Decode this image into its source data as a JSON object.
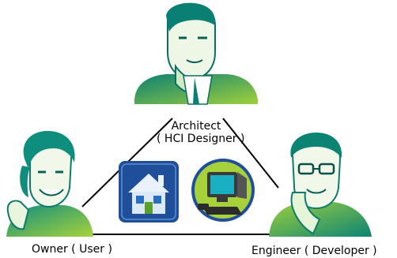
{
  "roles": {
    "architect": {
      "name": "Architect",
      "role": "( HCI Designer )"
    },
    "owner": {
      "name": "Owner",
      "role": "( User )"
    },
    "engineer": {
      "name": "Engineer",
      "role": "( Developer )"
    }
  },
  "icons": {
    "house": "house-icon",
    "computer": "computer-icon"
  },
  "colors": {
    "figure_dark": "#0f8c7a",
    "figure_light": "#9ccc3c",
    "house_bg": "#1f4f9a",
    "computer_bg": "#a7d13a",
    "line": "#000000"
  }
}
